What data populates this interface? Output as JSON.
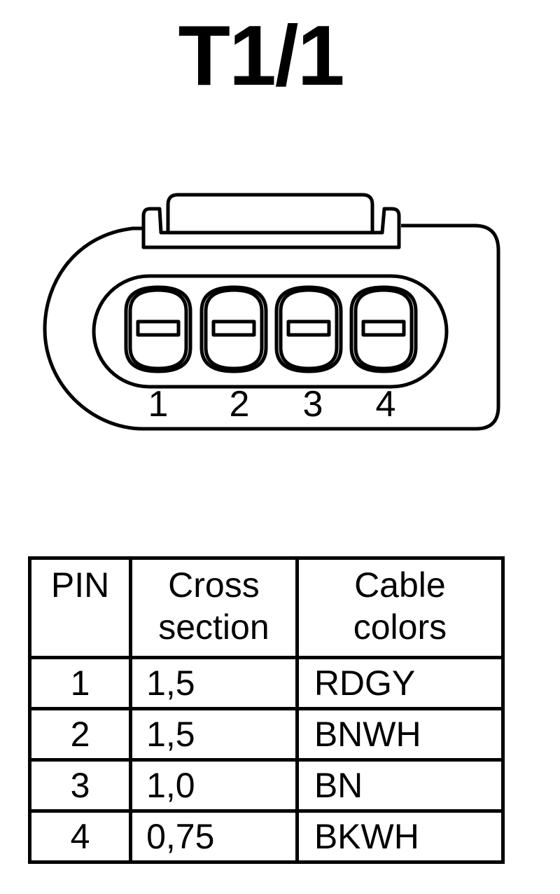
{
  "title": "T1/1",
  "connector": {
    "pins": [
      {
        "label": "1",
        "icon": "terminal-slot-icon"
      },
      {
        "label": "2",
        "icon": "terminal-slot-icon"
      },
      {
        "label": "3",
        "icon": "terminal-slot-icon"
      },
      {
        "label": "4",
        "icon": "terminal-slot-icon"
      }
    ]
  },
  "table": {
    "headers": {
      "pin": "PIN",
      "cross_line1": "Cross",
      "cross_line2": "section",
      "color_line1": "Cable",
      "color_line2": "colors"
    },
    "rows": [
      {
        "pin": "1",
        "cross_section": "1,5",
        "cable_color": "RDGY"
      },
      {
        "pin": "2",
        "cross_section": "1,5",
        "cable_color": "BNWH"
      },
      {
        "pin": "3",
        "cross_section": "1,0",
        "cable_color": "BN"
      },
      {
        "pin": "4",
        "cross_section": "0,75",
        "cable_color": "BKWH"
      }
    ]
  }
}
